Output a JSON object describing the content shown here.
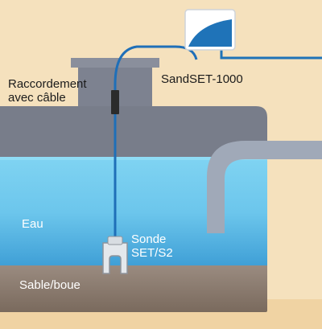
{
  "labels": {
    "connection": [
      "Raccordement",
      "avec câble"
    ],
    "device": "SandSET-1000",
    "water": "Eau",
    "probe": [
      "Sonde",
      "SET/S2"
    ],
    "sediment": "Sable/boue"
  },
  "colors": {
    "background": "#f5e1bd",
    "tank_body": "#7a7f8c",
    "water": "#66bfe5",
    "sediment": "#8c7a6e",
    "cable": "#1f6fb8",
    "pipe": "#9ea7b6",
    "device_accent": "#1f73b8"
  }
}
